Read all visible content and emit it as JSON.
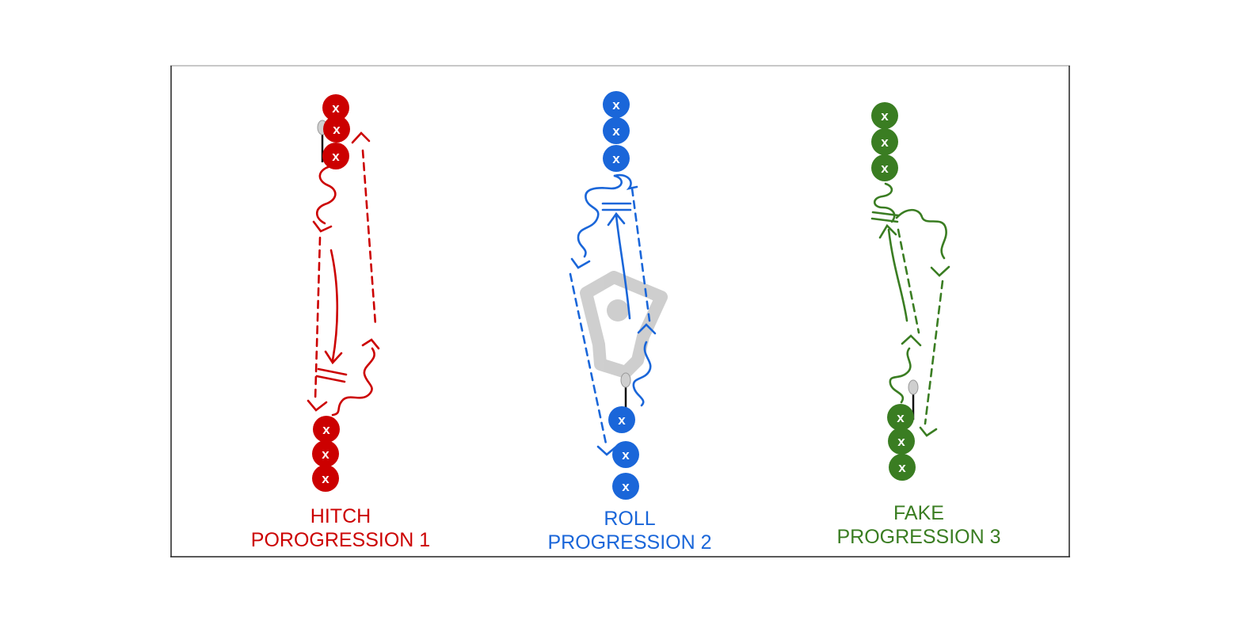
{
  "colors": {
    "hitch": "#cc0000",
    "roll": "#1a66d9",
    "fake": "#3a7d22",
    "watermark": "#cccccc",
    "stick": "#111111",
    "stick_head": "#cfcfcf"
  },
  "player_marker": "X",
  "drills": [
    {
      "id": "hitch",
      "name": "HITCH",
      "progression": "POROGRESSION 1"
    },
    {
      "id": "roll",
      "name": "ROLL",
      "progression": "PROGRESSION 2"
    },
    {
      "id": "fake",
      "name": "FAKE",
      "progression": "PROGRESSION 3"
    }
  ],
  "icons": {
    "watermark": "lacrosse-helmet-watermark",
    "stick": "lacrosse-stick-icon",
    "player": "player-x-icon"
  }
}
